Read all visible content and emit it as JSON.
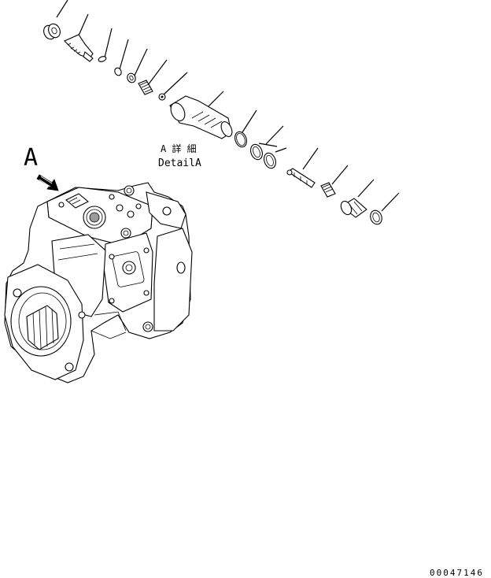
{
  "view_label": "A",
  "detail_label": {
    "line1": "A 詳 細",
    "line2": "DetailA"
  },
  "drawing_number": "00047146",
  "parts": [
    "nut",
    "adjusting-screw",
    "retaining-ring",
    "o-ring-small",
    "locknut",
    "spring",
    "plug",
    "valve-body",
    "o-ring",
    "seal-ring-1",
    "seal-ring-2",
    "spool",
    "spring-2",
    "sleeve",
    "snap-ring"
  ],
  "colors": {
    "ink": "#000000",
    "paper": "#ffffff",
    "shade": "#9a9a9a"
  }
}
